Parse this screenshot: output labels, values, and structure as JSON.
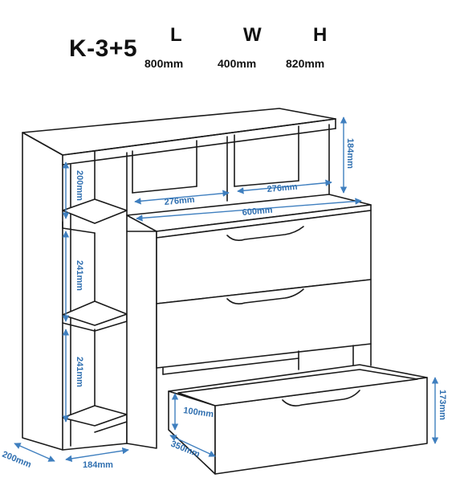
{
  "header": {
    "model": "K-3+5",
    "dims": [
      {
        "key": "L",
        "value": "800mm"
      },
      {
        "key": "W",
        "value": "400mm"
      },
      {
        "key": "H",
        "value": "820mm"
      }
    ]
  },
  "dimensions": {
    "shelf_184": "184mm",
    "shelf_width_a": "276mm",
    "shelf_width_b": "276mm",
    "top_width": "600mm",
    "side_200_top": "200mm",
    "side_241_mid": "241mm",
    "side_241_low": "241mm",
    "drawer_173": "173mm",
    "drawer_100": "100mm",
    "drawer_350": "350mm",
    "depth_200": "200mm",
    "base_184": "184mm"
  },
  "colors": {
    "line": "#1a1a1a",
    "dimension": "#3f7fbf",
    "dimension_text": "#2f6fb0"
  }
}
